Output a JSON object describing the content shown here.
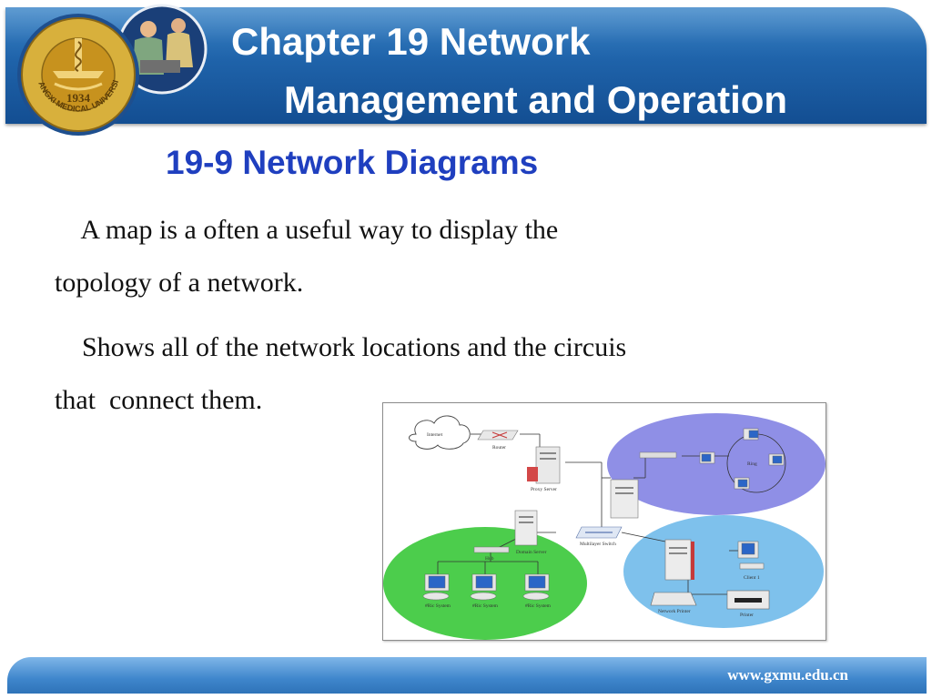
{
  "header": {
    "title_line1": "Chapter 19 Network",
    "title_line2": "Management and Operation"
  },
  "logo": {
    "seal_text": "GUANGXI MEDICAL UNIVERSITY",
    "seal_year": "1934"
  },
  "section": {
    "heading": "19-9 Network Diagrams"
  },
  "body": {
    "paragraph1": "    A map is a often a useful way to display the\ntopology of a network.",
    "paragraph2": "    Shows all of the network locations and the circuis\nthat  connect them."
  },
  "diagram": {
    "labels": {
      "internet": "Internet",
      "router": "Router",
      "proxy_server": "Proxy Server",
      "multilayer_switch": "Multilayer Switch",
      "ring": "Ring",
      "domain_server": "Domain Server",
      "hub": "Hub",
      "client": "Client 1",
      "network_printer": "Network Printer",
      "printer": "Printer",
      "system1": "#Ric System",
      "system2": "#Ric System",
      "system3": "#Ric System"
    },
    "colors": {
      "ring_zone": "#8f8fe6",
      "lan_zone": "#4ccd4c",
      "client_zone": "#7ec1ec"
    }
  },
  "footer": {
    "url": "www.gxmu.edu.cn"
  }
}
